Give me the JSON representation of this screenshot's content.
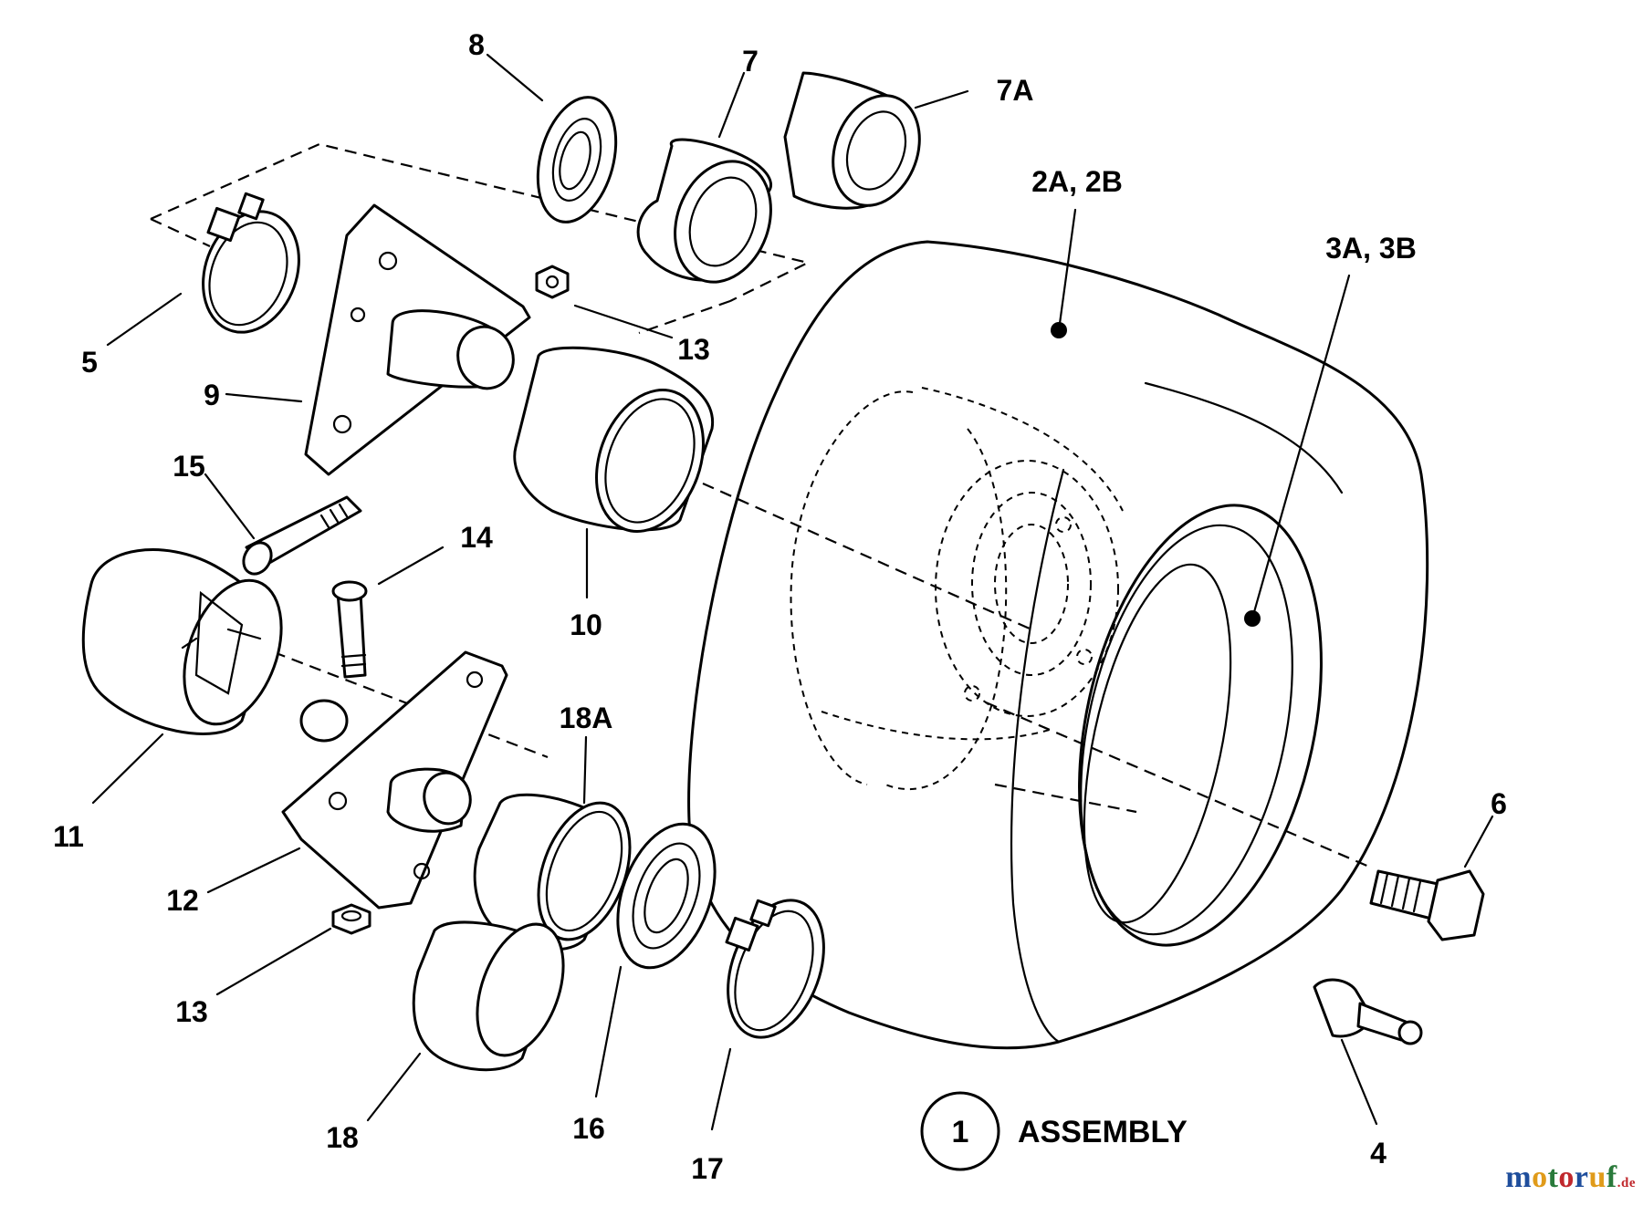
{
  "callouts": {
    "c8": "8",
    "c7": "7",
    "c7a": "7A",
    "c2a2b": "2A, 2B",
    "c3a3b": "3A, 3B",
    "c5": "5",
    "c9": "9",
    "c13a": "13",
    "c15": "15",
    "c10": "10",
    "c14": "14",
    "c11": "11",
    "c18a": "18A",
    "c6": "6",
    "c12": "12",
    "c13b": "13",
    "c4": "4",
    "c18": "18",
    "c16": "16",
    "c17": "17"
  },
  "assembly": {
    "number": "1",
    "label": "ASSEMBLY"
  },
  "watermark": {
    "main": "motoruf",
    "suffix": ".de",
    "colors": [
      "#1f4e9c",
      "#e09b1a",
      "#2a7a3b",
      "#c0282d"
    ]
  }
}
